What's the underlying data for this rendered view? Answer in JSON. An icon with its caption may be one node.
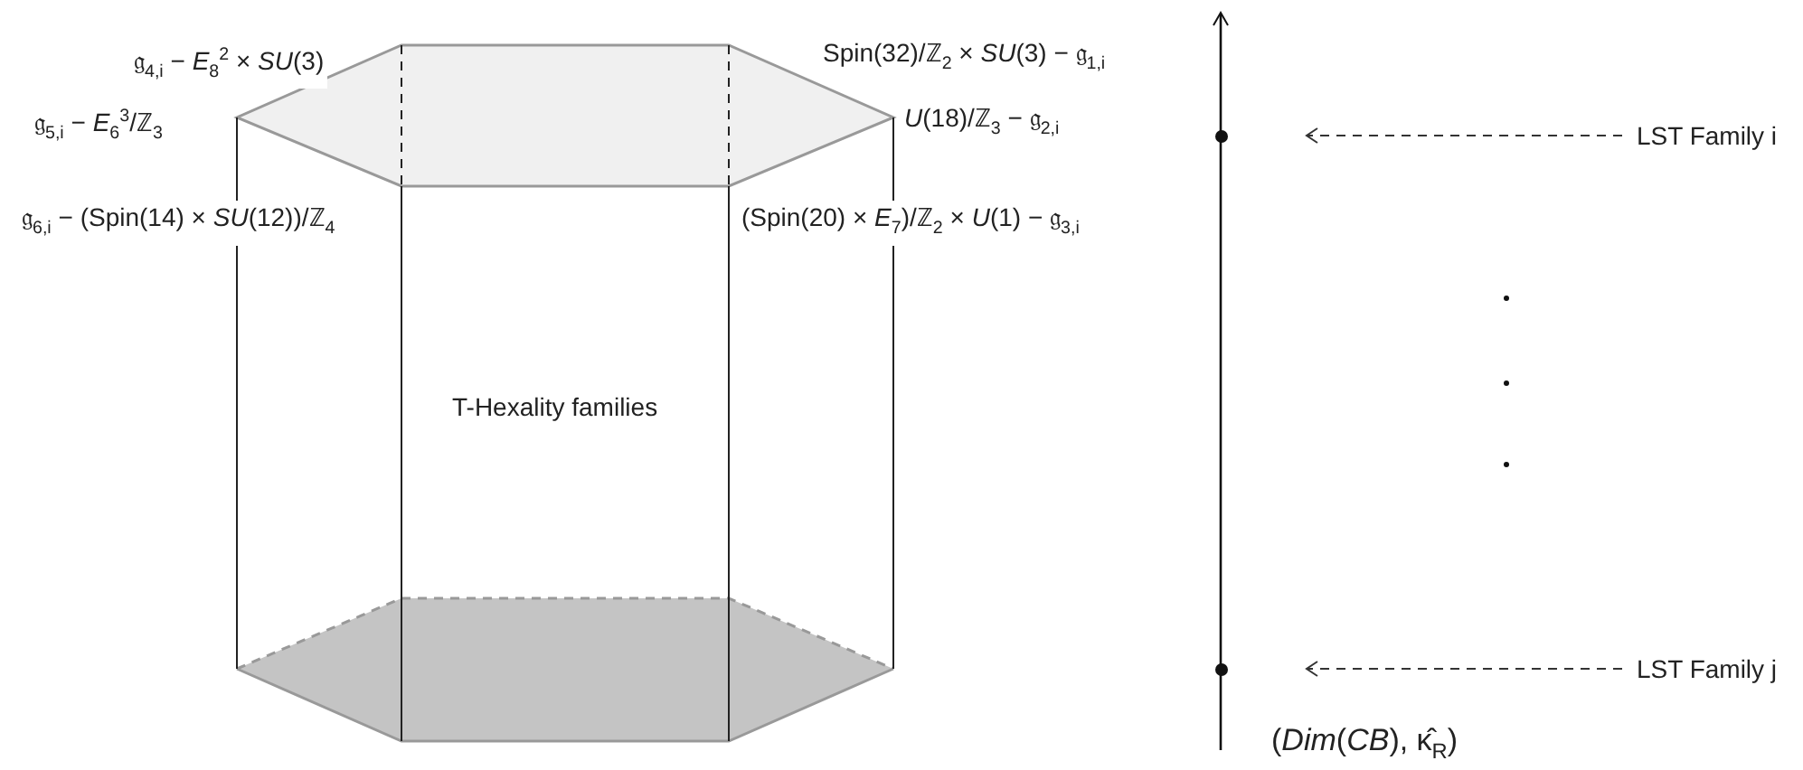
{
  "diagram": {
    "nodes": [
      {
        "text": [],
        "shape": "circle"
      },
      {
        "text": [
          "LST Family i"
        ]
      },
      {
        "text": [],
        "shape": "circle"
      },
      {
        "text": [
          "LST Family j"
        ]
      }
    ],
    "edges": [
      {
        "from": 1,
        "to": 0,
        "arrow": "to",
        "style": "dashed"
      },
      {
        "from": 3,
        "to": 2,
        "arrow": "to",
        "style": "dashed"
      }
    ],
    "labels": [
      "𝔤$_{4,i}$ − *E*$_{8}$$^{2}$ × *SU*(3)",
      "Spin(32)/ℤ$_{2}$ × *SU*(3) − 𝔤$_{1,i}$",
      "𝔤$_{5,i}$ − *E*$_{6}$$^{3}$/ℤ$_{3}$",
      "*U*(18)/ℤ$_{3}$ − 𝔤$_{2,i}$",
      "𝔤$_{6,i}$ − (Spin(14) × *SU*(12))/ℤ$_{4}$",
      "(Spin(20) × *E*$_{7}$)/ℤ$_{2}$ × *U*(1) − 𝔤$_{3,i}$",
      "T-Hexality families",
      "(*Dim*(*CB*), κ̂$_{R}$)"
    ]
  }
}
